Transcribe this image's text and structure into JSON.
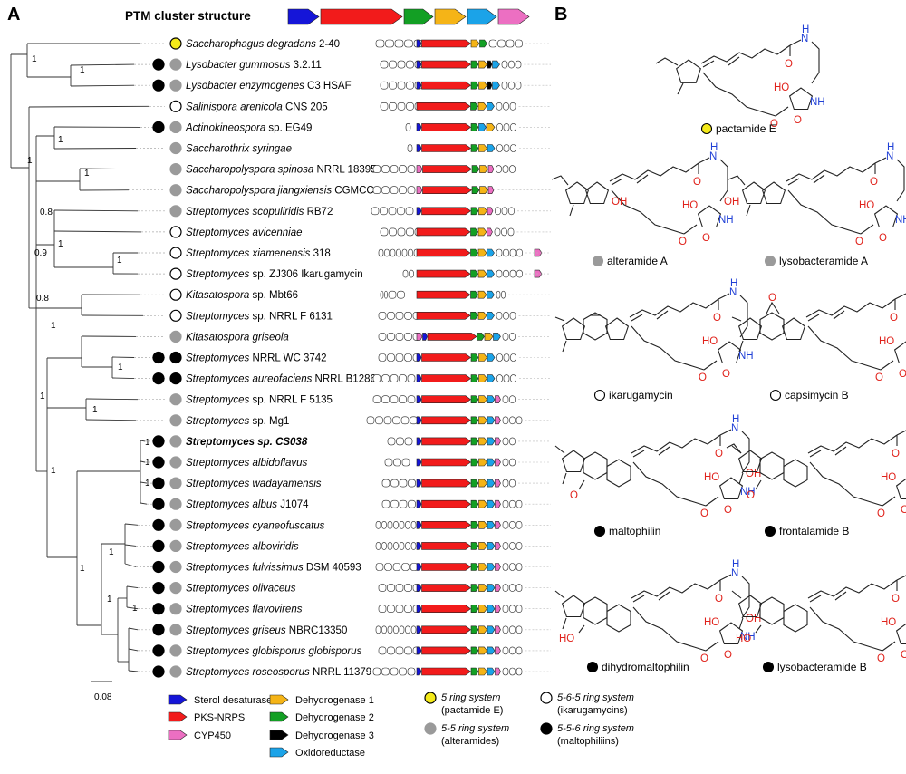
{
  "panel_a": {
    "letter": "A",
    "cluster_title": "PTM cluster structure",
    "scale": "0.08",
    "taxa": [
      {
        "genus_species": "Saccharophagus degradans",
        "strain": " 2-40",
        "type": "yellow"
      },
      {
        "genus_species": "Lysobacter gummosus",
        "strain": " 3.2.11",
        "type": "black-grey"
      },
      {
        "genus_species": "Lysobacter enzymogenes",
        "strain": " C3 HSAF",
        "type": "black-grey"
      },
      {
        "genus_species": "Salinispora arenicola",
        "strain": " CNS 205",
        "type": "open"
      },
      {
        "genus_species": "Actinokineospora",
        "strain": " sp. EG49",
        "type": "black-grey"
      },
      {
        "genus_species": "Saccharothrix syringae",
        "strain": "",
        "type": "grey"
      },
      {
        "genus_species": "Saccharopolyspora spinosa",
        "strain": " NRRL 18395",
        "type": "grey"
      },
      {
        "genus_species": "Saccharopolyspora jiangxiensis",
        "strain": " CGMCC",
        "type": "grey"
      },
      {
        "genus_species": "Streptomyces scopuliridis",
        "strain": " RB72",
        "type": "grey"
      },
      {
        "genus_species": "Streptomyces avicenniae",
        "strain": "",
        "type": "open"
      },
      {
        "genus_species": "Streptomyces xiamenensis",
        "strain": " 318",
        "type": "open"
      },
      {
        "genus_species": "Streptomyces",
        "strain": " sp. ZJ306 Ikarugamycin",
        "type": "open"
      },
      {
        "genus_species": "Kitasatospora",
        "strain": " sp. Mbt66",
        "type": "open"
      },
      {
        "genus_species": "Streptomyces",
        "strain": " sp. NRRL F 6131",
        "type": "open"
      },
      {
        "genus_species": "Kitasatospora griseola",
        "strain": "",
        "type": "grey"
      },
      {
        "genus_species": "Streptomyces",
        "strain": " NRRL WC 3742",
        "type": "black-black"
      },
      {
        "genus_species": "Streptomyces aureofaciens",
        "strain": " NRRL B1286",
        "type": "black-black"
      },
      {
        "genus_species": "Streptomyces",
        "strain": " sp. NRRL F 5135",
        "type": "grey"
      },
      {
        "genus_species": "Streptomyces",
        "strain": " sp. Mg1",
        "type": "grey"
      },
      {
        "genus_species": "Streptomyces sp. CS038",
        "strain": "",
        "type": "black-grey",
        "bold": true
      },
      {
        "genus_species": "Streptomyces albidoflavus",
        "strain": "",
        "type": "black-grey"
      },
      {
        "genus_species": "Streptomyces wadayamensis",
        "strain": "",
        "type": "black-grey"
      },
      {
        "genus_species": "Streptomyces albus",
        "strain": " J1074",
        "type": "black-grey"
      },
      {
        "genus_species": "Streptomyces cyaneofuscatus",
        "strain": "",
        "type": "black-grey"
      },
      {
        "genus_species": "Streptomyces alboviridis",
        "strain": "",
        "type": "black-grey"
      },
      {
        "genus_species": "Streptomyces fulvissimus",
        "strain": " DSM 40593",
        "type": "black-grey"
      },
      {
        "genus_species": "Streptomyces olivaceus",
        "strain": "",
        "type": "black-grey"
      },
      {
        "genus_species": "Streptomyces flavovirens",
        "strain": "",
        "type": "black-grey"
      },
      {
        "genus_species": "Streptomyces griseus",
        "strain": " NBRC13350",
        "type": "black-grey"
      },
      {
        "genus_species": "Streptomyces globisporus globisporus",
        "strain": "",
        "type": "black-grey"
      },
      {
        "genus_species": "Streptomyces roseosporus",
        "strain": " NRRL 11379",
        "type": "black-grey"
      }
    ],
    "bootstrap": [
      "1",
      "1",
      "1",
      "1",
      "1",
      "0.8",
      "1",
      "0.9",
      "1",
      "0.8",
      "1",
      "1",
      "1",
      "1",
      "1",
      "1",
      "1",
      "1",
      "1",
      "1",
      "1",
      "1"
    ],
    "legend": [
      {
        "label": "Sterol desaturase",
        "color": "#1515d8"
      },
      {
        "label": "PKS-NRPS",
        "color": "#f21b1b"
      },
      {
        "label": "CYP450",
        "color": "#ec6fc2"
      },
      {
        "label": "Dehydrogenase 1",
        "color": "#f5b417"
      },
      {
        "label": "Dehydrogenase 2",
        "color": "#139f24"
      },
      {
        "label": "Dehydrogenase 3",
        "color": "#000000"
      },
      {
        "label": "Oxidoreductase",
        "color": "#1ba3e8"
      }
    ],
    "ring_legend": [
      {
        "title": "5 ring system",
        "sub": "(pactamide E)",
        "marker": "yellow"
      },
      {
        "title": "5-5 ring system",
        "sub": "(alteramides)",
        "marker": "grey"
      },
      {
        "title": "5-6-5 ring system",
        "sub": "(ikarugamycins)",
        "marker": "open"
      },
      {
        "title": "5-5-6 ring system",
        "sub": "(maltophiliins)",
        "marker": "black"
      }
    ]
  },
  "panel_b": {
    "letter": "B",
    "compounds": [
      {
        "name": "pactamide E",
        "marker": "yellow"
      },
      {
        "name": "alteramide A",
        "marker": "grey"
      },
      {
        "name": "lysobacteramide A",
        "marker": "grey"
      },
      {
        "name": "ikarugamycin",
        "marker": "open"
      },
      {
        "name": "capsimycin B",
        "marker": "open"
      },
      {
        "name": "maltophilin",
        "marker": "black"
      },
      {
        "name": "frontalamide B",
        "marker": "black"
      },
      {
        "name": "dihydromaltophilin",
        "marker": "black"
      },
      {
        "name": "lysobacteramide B",
        "marker": "black"
      }
    ],
    "atoms": {
      "nh": "NH",
      "n": "N",
      "h": "H",
      "ho": "HO",
      "oh": "OH",
      "o": "O"
    }
  },
  "colors": {
    "grey": "#9a9a9a",
    "yellow": "#f4ea1a",
    "blue": "#1f3fd6",
    "red": "#e0221b"
  }
}
